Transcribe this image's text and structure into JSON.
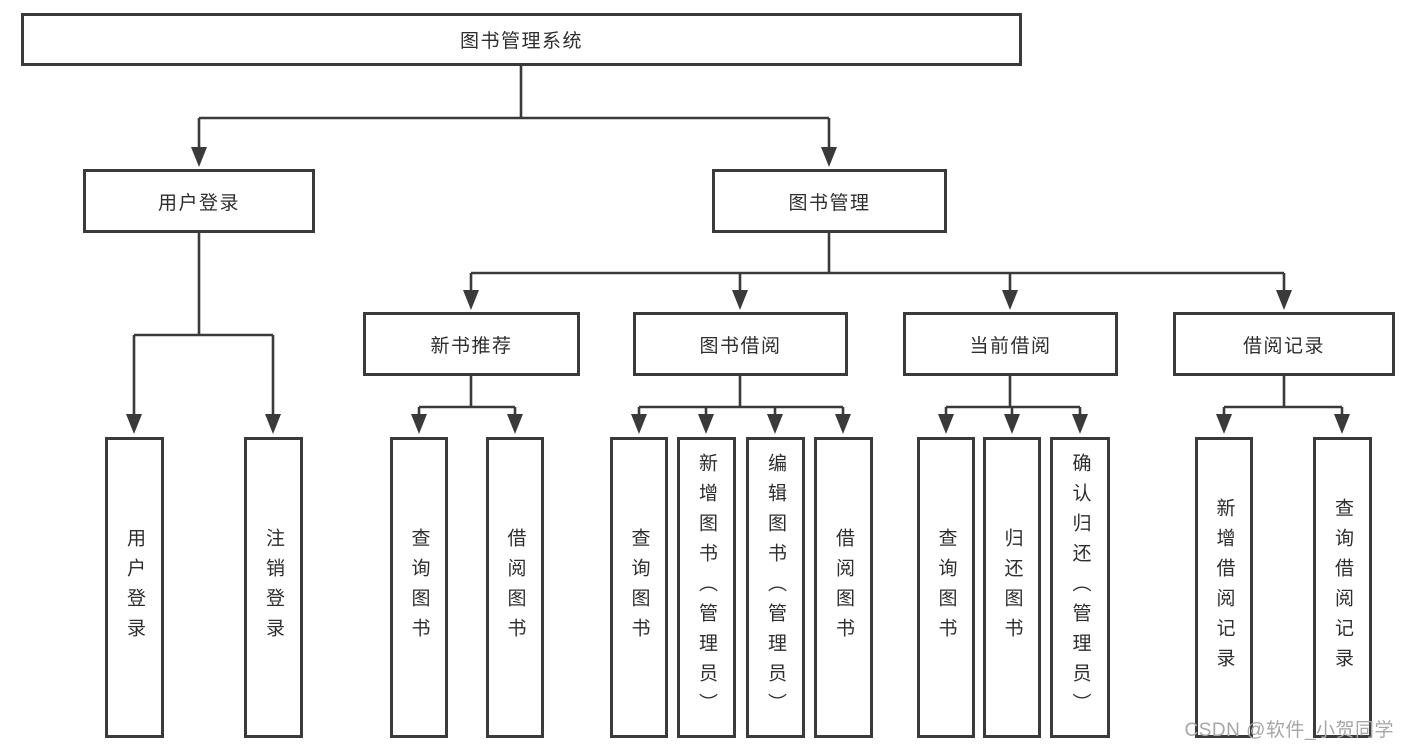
{
  "colors": {
    "line": "#3a3a3a",
    "text": "#2e2e2e",
    "watermark": "#a6a6a6",
    "background": "#ffffff"
  },
  "watermark": "CSDN @软件_小贺同学",
  "diagram_type": "tree",
  "tree": {
    "label": "图书管理系统",
    "children": [
      {
        "label": "用户登录",
        "children": [
          {
            "label": "用户登录"
          },
          {
            "label": "注销登录"
          }
        ]
      },
      {
        "label": "图书管理",
        "children": [
          {
            "label": "新书推荐",
            "children": [
              {
                "label": "查询图书"
              },
              {
                "label": "借阅图书"
              }
            ]
          },
          {
            "label": "图书借阅",
            "children": [
              {
                "label": "查询图书"
              },
              {
                "label": "新增图书（管理员）"
              },
              {
                "label": "编辑图书（管理员）"
              },
              {
                "label": "借阅图书"
              }
            ]
          },
          {
            "label": "当前借阅",
            "children": [
              {
                "label": "查询图书"
              },
              {
                "label": "归还图书"
              },
              {
                "label": "确认归还（管理员）"
              }
            ]
          },
          {
            "label": "借阅记录",
            "children": [
              {
                "label": "新增借阅记录"
              },
              {
                "label": "查询借阅记录"
              }
            ]
          }
        ]
      }
    ]
  }
}
